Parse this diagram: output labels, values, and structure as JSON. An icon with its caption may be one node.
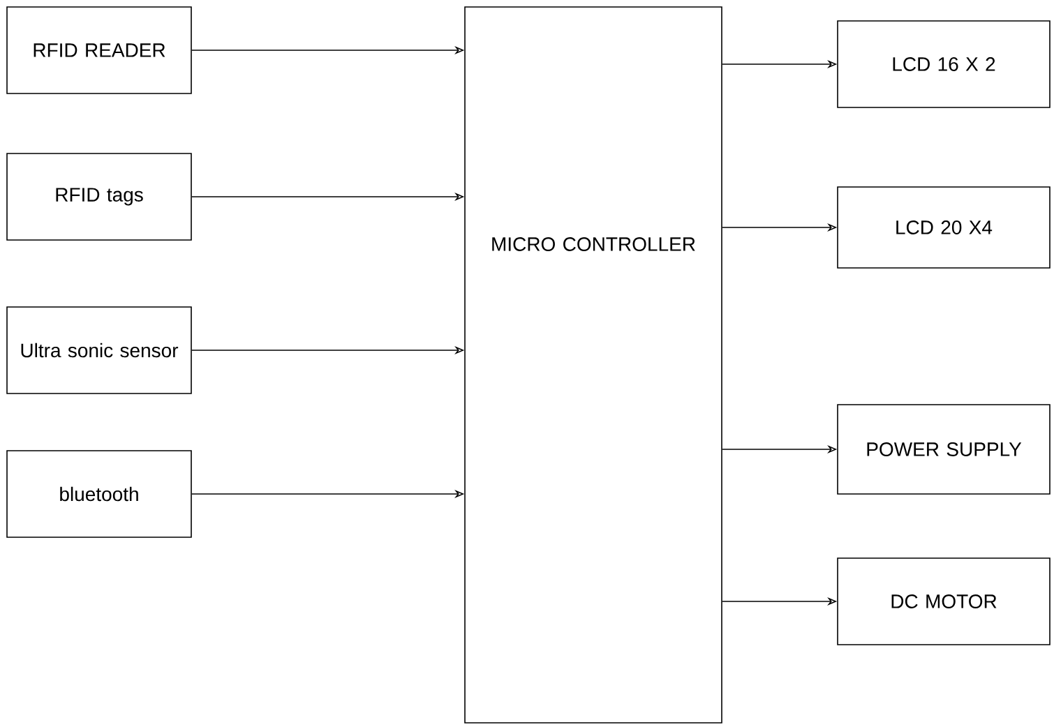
{
  "diagram": {
    "nodes": [
      {
        "text": [
          "RFID READER"
        ]
      },
      {
        "text": [
          "RFID tags"
        ]
      },
      {
        "text": [
          "Ultra sonic sensor"
        ]
      },
      {
        "text": [
          "bluetooth"
        ]
      },
      {
        "text": [
          "MICRO CONTROLLER"
        ]
      },
      {
        "text": [
          "LCD 16 X 2"
        ]
      },
      {
        "text": [
          "LCD 20 X4"
        ]
      },
      {
        "text": [
          "POWER SUPPLY"
        ]
      },
      {
        "text": [
          "DC MOTOR"
        ]
      }
    ],
    "edges": [
      {
        "from": 0,
        "to": 4,
        "arrow": "to"
      },
      {
        "from": 1,
        "to": 4,
        "arrow": "to"
      },
      {
        "from": 2,
        "to": 4,
        "arrow": "to"
      },
      {
        "from": 3,
        "to": 4,
        "arrow": "to"
      },
      {
        "from": 4,
        "to": 5,
        "arrow": "to"
      },
      {
        "from": 4,
        "to": 6,
        "arrow": "to"
      },
      {
        "from": 4,
        "to": 7,
        "arrow": "to"
      },
      {
        "from": 4,
        "to": 8,
        "arrow": "to"
      }
    ]
  }
}
